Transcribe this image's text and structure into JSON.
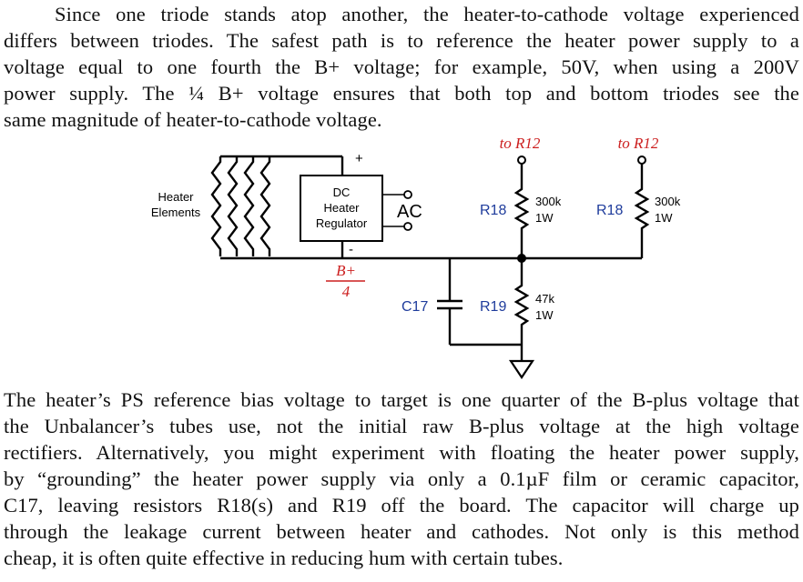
{
  "paragraph_top": {
    "lines": [
      "Since one triode stands atop another, the heater-to-cathode voltage experienced",
      "differs between triodes. The safest path is to reference the heater power supply to a",
      "voltage equal to one fourth the B+ voltage; for example, 50V, when using a 200V",
      "power supply. The ¼ B+ voltage ensures that both top and bottom triodes see the",
      "same magnitude of heater-to-cathode voltage."
    ]
  },
  "schematic": {
    "heater_label_line1": "Heater",
    "heater_label_line2": "Elements",
    "regulator_line1": "DC",
    "regulator_line2": "Heater",
    "regulator_line3": "Regulator",
    "plus_sign": "+",
    "minus_sign": "-",
    "ac_label": "AC",
    "bias_numerator": "B+",
    "bias_denominator": "4",
    "to_r12_left": "to R12",
    "to_r12_right": "to R12",
    "r18_left_name": "R18",
    "r18_left_value": "300k",
    "r18_left_power": "1W",
    "r18_right_name": "R18",
    "r18_right_value": "300k",
    "r18_right_power": "1W",
    "c17_name": "C17",
    "r19_name": "R19",
    "r19_value": "47k",
    "r19_power": "1W",
    "colors": {
      "component_label": "#1f3c9c",
      "annotation": "#cc1f1f",
      "wire": "#000000"
    }
  },
  "paragraph_bottom": {
    "lines": [
      "The heater’s PS reference bias voltage to target is one quarter of the B-plus voltage that",
      "the Unbalancer’s tubes use, not the initial raw B-plus voltage at the high voltage",
      "rectifiers. Alternatively, you might experiment with floating the heater power supply,",
      "by “grounding” the heater power supply via only a 0.1µF film or ceramic capacitor,",
      "C17, leaving resistors R18(s) and R19 off the board. The capacitor will charge up",
      "through the leakage current between heater and cathodes. Not only is this method",
      "cheap, it is often quite effective in reducing hum with certain tubes."
    ]
  }
}
